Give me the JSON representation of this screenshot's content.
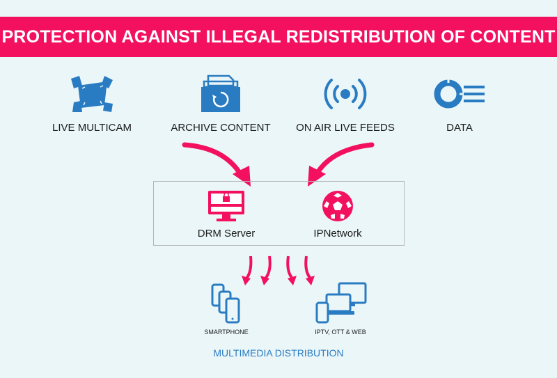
{
  "header": {
    "title": "PROTECTION AGAINST ILLEGAL REDISTRIBUTION OF CONTENT"
  },
  "sources": [
    {
      "label": "LIVE MULTICAM",
      "icon": "multicam-icon"
    },
    {
      "label": "ARCHIVE CONTENT",
      "icon": "archive-icon"
    },
    {
      "label": "ON AIR LIVE FEEDS",
      "icon": "broadcast-icon"
    },
    {
      "label": "DATA",
      "icon": "data-icon"
    }
  ],
  "hub": [
    {
      "label": "DRM Server",
      "icon": "drm-monitor-icon"
    },
    {
      "label": "IPNetwork",
      "icon": "soccer-ball-icon"
    }
  ],
  "destinations": [
    {
      "label": "SMARTPHONE",
      "icon": "smartphones-icon"
    },
    {
      "label": "IPTV, OTT & WEB",
      "icon": "devices-icon"
    }
  ],
  "footer": {
    "label": "MULTIMEDIA DISTRIBUTION"
  },
  "colors": {
    "accent": "#f2105f",
    "icon_blue": "#2a7cc2",
    "background": "#eaf6f8"
  }
}
